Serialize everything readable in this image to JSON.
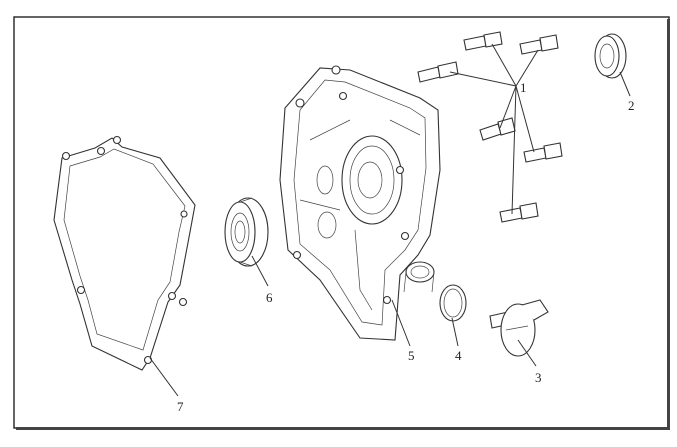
{
  "diagram": {
    "callouts": [
      {
        "id": "1",
        "text": "1"
      },
      {
        "id": "2",
        "text": "2"
      },
      {
        "id": "3",
        "text": "3"
      },
      {
        "id": "4",
        "text": "4"
      },
      {
        "id": "5",
        "text": "5"
      },
      {
        "id": "6",
        "text": "6"
      },
      {
        "id": "7",
        "text": "7"
      }
    ],
    "parts": [
      {
        "callout": "1",
        "icon": "flange-bolt-icon",
        "count": 6
      },
      {
        "callout": "2",
        "icon": "oil-seal-icon"
      },
      {
        "callout": "3",
        "icon": "dowel-pin-plug-icon"
      },
      {
        "callout": "4",
        "icon": "o-ring-icon"
      },
      {
        "callout": "5",
        "icon": "crankcase-cover-icon"
      },
      {
        "callout": "6",
        "icon": "ball-bearing-icon"
      },
      {
        "callout": "7",
        "icon": "gasket-icon"
      }
    ],
    "colors": {
      "line": "#333333",
      "background": "#ffffff",
      "frame": "#222222"
    }
  }
}
